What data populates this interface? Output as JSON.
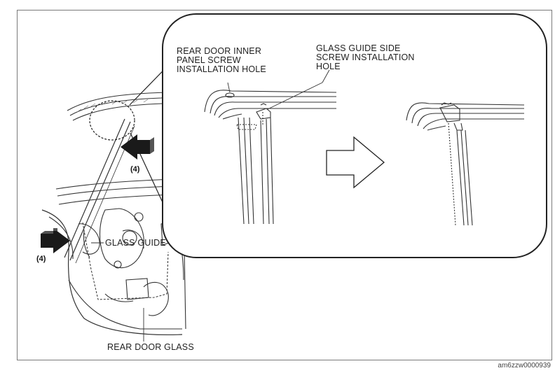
{
  "labels": {
    "inner_panel_screw_hole": [
      "REAR DOOR INNER",
      "PANEL SCREW",
      "INSTALLATION HOLE"
    ],
    "guide_side_screw_hole": [
      "GLASS GUIDE SIDE",
      "SCREW INSTALLATION",
      "HOLE"
    ],
    "glass_guide": "GLASS GUIDE",
    "rear_door_glass": "REAR DOOR GLASS"
  },
  "step_markers": {
    "upper": "(4)",
    "lower": "(4)"
  },
  "image_code": "am6zzw0000939"
}
